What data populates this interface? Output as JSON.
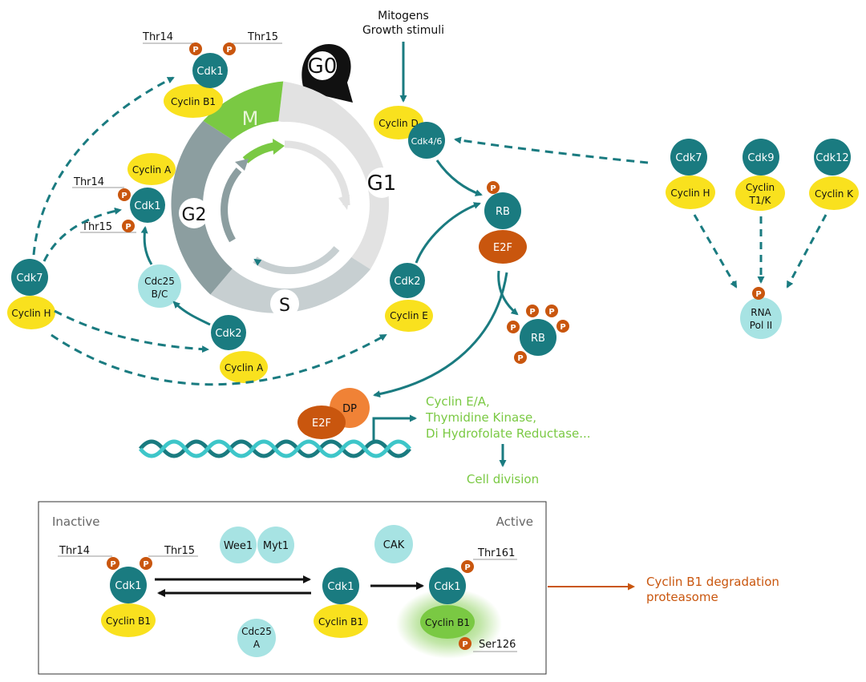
{
  "colors": {
    "teal": "#1a7b80",
    "yellow": "#f9e11e",
    "orange": "#c9560e",
    "light_orange": "#f08236",
    "light_teal": "#a7e3e3",
    "green": "#7ac943",
    "grey_dark": "#8c9ea0",
    "grey_mid": "#c7cfd1",
    "grey_light": "#e2e2e2"
  },
  "cycle": {
    "phases": {
      "g0": "G0",
      "g1": "G1",
      "s": "S",
      "g2": "G2",
      "m": "M"
    }
  },
  "inputs": {
    "mitogens": "Mitogens",
    "growth": "Growth stimuli"
  },
  "complexes": {
    "cdk1_top": {
      "cdk": "Cdk1",
      "cyclin": "Cyclin B1",
      "site_left": "Thr14",
      "site_right": "Thr15"
    },
    "cdk1_mid": {
      "cdk": "Cdk1",
      "cyclin": "Cyclin A",
      "site_top": "Thr14",
      "site_bottom": "Thr15"
    },
    "cdc25bc": "Cdc25\nB/C",
    "cdc25bc_l1": "Cdc25",
    "cdc25bc_l2": "B/C",
    "cdk2_a": {
      "cdk": "Cdk2",
      "cyclin": "Cyclin A"
    },
    "cdk2_e": {
      "cdk": "Cdk2",
      "cyclin": "Cyclin E"
    },
    "cdk46": {
      "cdk": "Cdk4/6",
      "cyclin": "Cyclin D"
    },
    "cdk7_left": {
      "cdk": "Cdk7",
      "cyclin": "Cyclin H"
    },
    "rb": {
      "rb": "RB",
      "e2f": "E2F",
      "p": "P"
    },
    "rb_free": "RB",
    "e2f_dp": {
      "e2f": "E2F",
      "dp": "DP"
    }
  },
  "targets": {
    "line1": "Cyclin E/A,",
    "line2": "Thymidine Kinase,",
    "line3": "Di Hydrofolate Reductase...",
    "outcome": "Cell division"
  },
  "transcription": {
    "cdk7": {
      "cdk": "Cdk7",
      "cyclin": "Cyclin H"
    },
    "cdk9": {
      "cdk": "Cdk9",
      "cyclin_l1": "Cyclin",
      "cyclin_l2": "T1/K"
    },
    "cdk12": {
      "cdk": "Cdk12",
      "cyclin": "Cyclin K"
    },
    "polii_l1": "RNA",
    "polii_l2": "Pol II"
  },
  "activation": {
    "inactive": "Inactive",
    "active": "Active",
    "thr14": "Thr14",
    "thr15": "Thr15",
    "thr161": "Thr161",
    "ser126": "Ser126",
    "cdk1": "Cdk1",
    "cyclin_b1": "Cyclin B1",
    "wee1": "Wee1",
    "myt1": "Myt1",
    "cak": "CAK",
    "cdc25a_l1": "Cdc25",
    "cdc25a_l2": "A",
    "degradation_l1": "Cyclin B1 degradation",
    "degradation_l2": "proteasome"
  }
}
